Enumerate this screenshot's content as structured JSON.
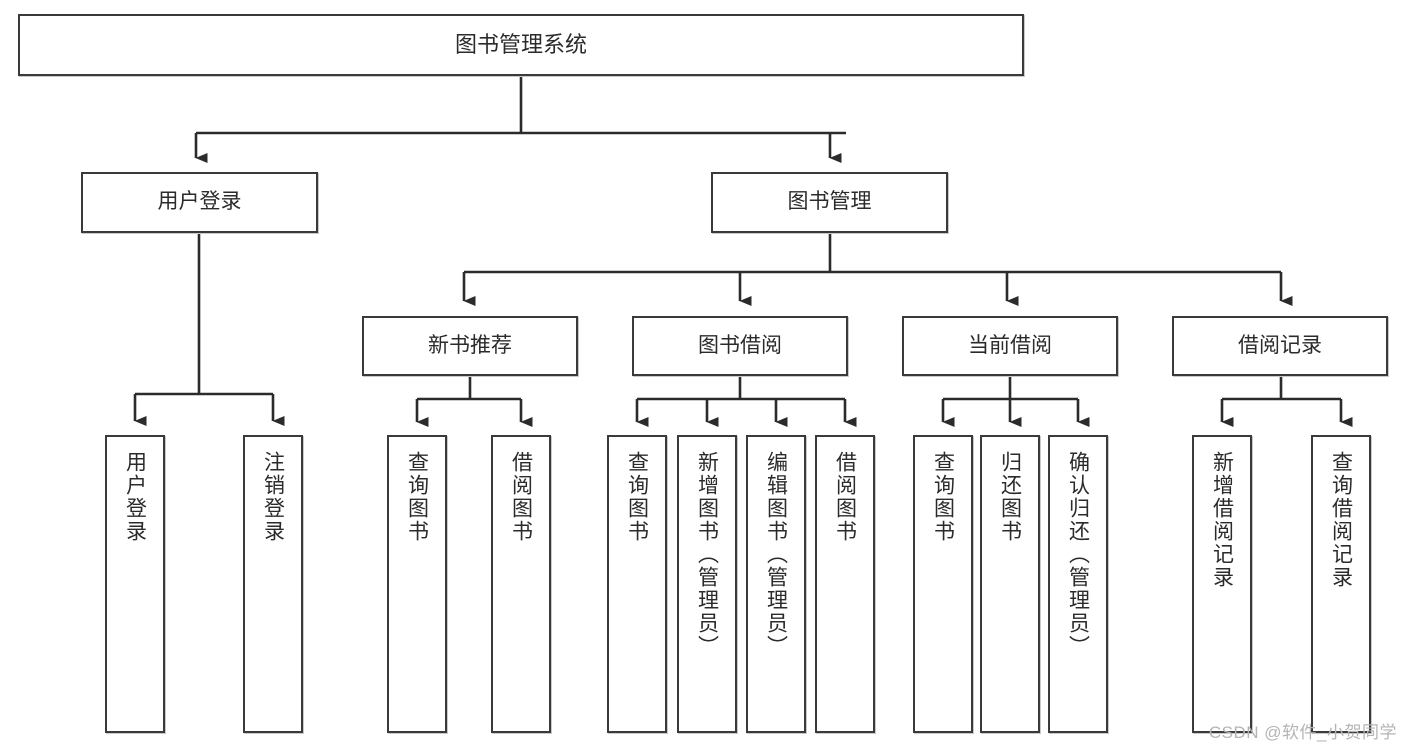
{
  "diagram": {
    "title": "图书管理系统",
    "type": "tree",
    "watermark": "CSDN @软件_小贺同学",
    "colors": {
      "box_border": "#3a3a3a",
      "box_fill": "#ffffff",
      "line": "#2b2b2b",
      "text": "#2b2b2b",
      "watermark": "#b4b4b4",
      "background": "#ffffff"
    },
    "nodes": {
      "root": {
        "label": "图书管理系统"
      },
      "level2": [
        {
          "label": "用户登录"
        },
        {
          "label": "图书管理"
        }
      ],
      "level3": [
        {
          "label": "新书推荐"
        },
        {
          "label": "图书借阅"
        },
        {
          "label": "当前借阅"
        },
        {
          "label": "借阅记录"
        }
      ],
      "leaves_user_login": [
        {
          "label": "用户登录"
        },
        {
          "label": "注销登录"
        }
      ],
      "leaves_new_book": [
        {
          "label": "查询图书"
        },
        {
          "label": "借阅图书"
        }
      ],
      "leaves_borrow": [
        {
          "label": "查询图书"
        },
        {
          "label": "新增图书（管理员）"
        },
        {
          "label": "编辑图书（管理员）"
        },
        {
          "label": "借阅图书"
        }
      ],
      "leaves_current": [
        {
          "label": "查询图书"
        },
        {
          "label": "归还图书"
        },
        {
          "label": "确认归还（管理员）"
        }
      ],
      "leaves_record": [
        {
          "label": "新增借阅记录"
        },
        {
          "label": "查询借阅记录"
        }
      ]
    }
  }
}
